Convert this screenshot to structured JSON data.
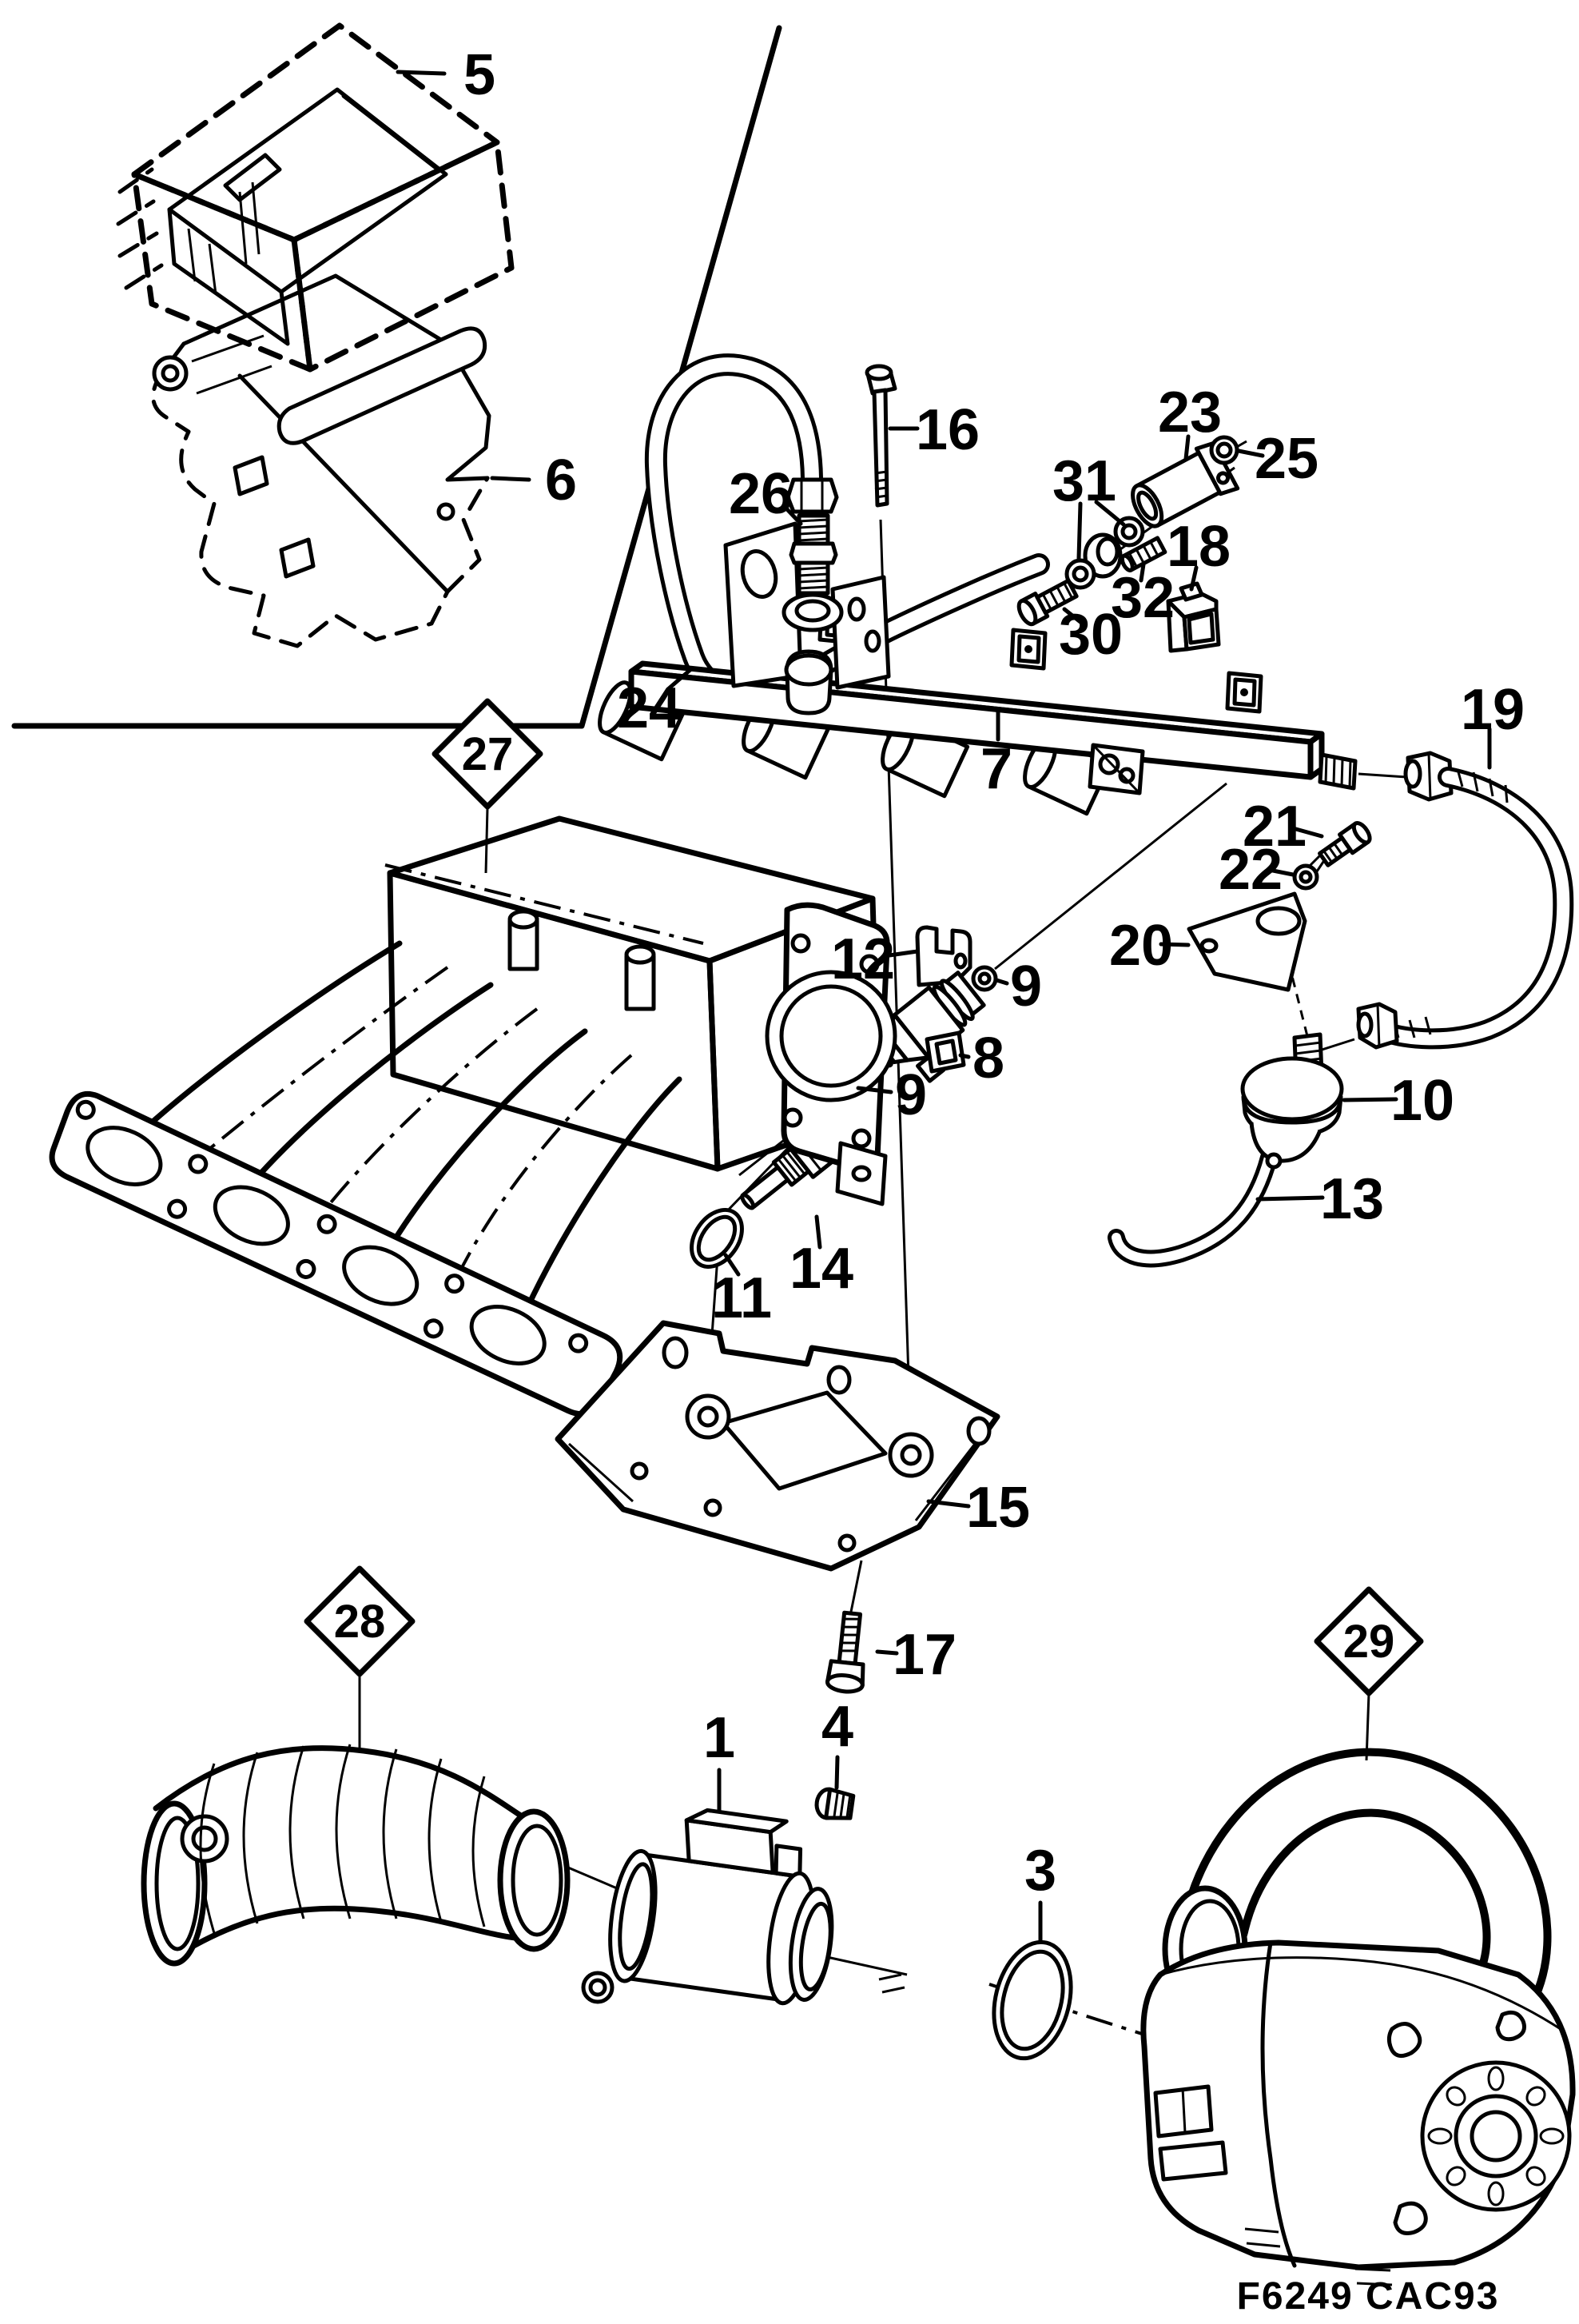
{
  "drawing_code": "F6249 CAC93",
  "colors": {
    "ink": "#000000",
    "paper": "#ffffff"
  },
  "callouts": {
    "p1": "1",
    "p3": "3",
    "p4": "4",
    "p5": "5",
    "p6": "6",
    "p7": "7",
    "p8": "8",
    "p9a": "9",
    "p9b": "9",
    "p10": "10",
    "p11": "11",
    "p12": "12",
    "p13": "13",
    "p14": "14",
    "p15": "15",
    "p16": "16",
    "p17": "17",
    "p18": "18",
    "p19": "19",
    "p20": "20",
    "p21": "21",
    "p22": "22",
    "p23": "23",
    "p24": "24",
    "p25": "25",
    "p26": "26",
    "p30": "30",
    "p31": "31",
    "p32": "32"
  },
  "assembly_refs": {
    "r27": "27",
    "r28": "28",
    "r29": "29"
  }
}
